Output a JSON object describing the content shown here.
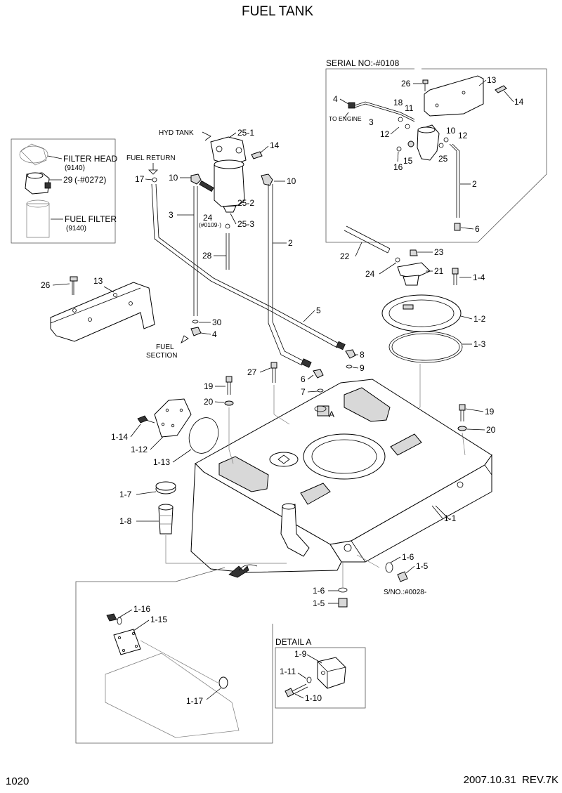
{
  "title": "FUEL TANK",
  "page_number": "1020",
  "revision": "2007.10.31  REV.7K",
  "serial_box_title": "SERIAL NO:-#0108",
  "detail_a_title": "DETAIL A",
  "inset": {
    "filter_head": "FILTER HEAD",
    "filter_head_code": "(9140)",
    "part_29": "29",
    "part_29_serial": "(-#0272)",
    "fuel_filter": "FUEL FILTER",
    "fuel_filter_code": "(9140)"
  },
  "annotations": {
    "hyd_tank": "HYD TANK",
    "fuel_return": "FUEL RETURN",
    "fuel_section_1": "FUEL",
    "fuel_section_2": "SECTION",
    "to_engine": "TO ENGINE",
    "serial_0109": "(#0109-)",
    "serial_0028": "S/NO.:#0028-",
    "detail_marker": "A"
  },
  "callouts": {
    "c_25_1": "25-1",
    "c_14a": "14",
    "c_10a": "10",
    "c_10b": "10",
    "c_17": "17",
    "c_3a": "3",
    "c_24a": "24",
    "c_25_2": "25-2",
    "c_25_3": "25-3",
    "c_28": "28",
    "c_2a": "2",
    "c_5": "5",
    "c_30": "30",
    "c_4a": "4",
    "c_8": "8",
    "c_9": "9",
    "c_6a": "6",
    "c_7": "7",
    "c_27": "27",
    "c_19a": "19",
    "c_20a": "20",
    "c_19b": "19",
    "c_20b": "20",
    "c_1_14": "1-14",
    "c_1_12": "1-12",
    "c_1_13": "1-13",
    "c_1_7": "1-7",
    "c_1_8": "1-8",
    "c_1_1": "1-1",
    "c_1_6a": "1-6",
    "c_1_5a": "1-5",
    "c_1_6b": "1-6",
    "c_1_5b": "1-5",
    "c_26a": "26",
    "c_13a": "13",
    "c_22": "22",
    "c_23": "23",
    "c_24b": "24",
    "c_21": "21",
    "c_1_4": "1-4",
    "c_1_2": "1-2",
    "c_1_3": "1-3",
    "c_26b": "26",
    "c_13b": "13",
    "c_14b": "14",
    "c_4b": "4",
    "c_18": "18",
    "c_11": "11",
    "c_3b": "3",
    "c_12a": "12",
    "c_10c": "10",
    "c_12b": "12",
    "c_15": "15",
    "c_16": "16",
    "c_25": "25",
    "c_2b": "2",
    "c_6b": "6",
    "c_1_16": "1-16",
    "c_1_15": "1-15",
    "c_1_17": "1-17",
    "c_1_9": "1-9",
    "c_1_11": "1-11",
    "c_1_10": "1-10"
  }
}
